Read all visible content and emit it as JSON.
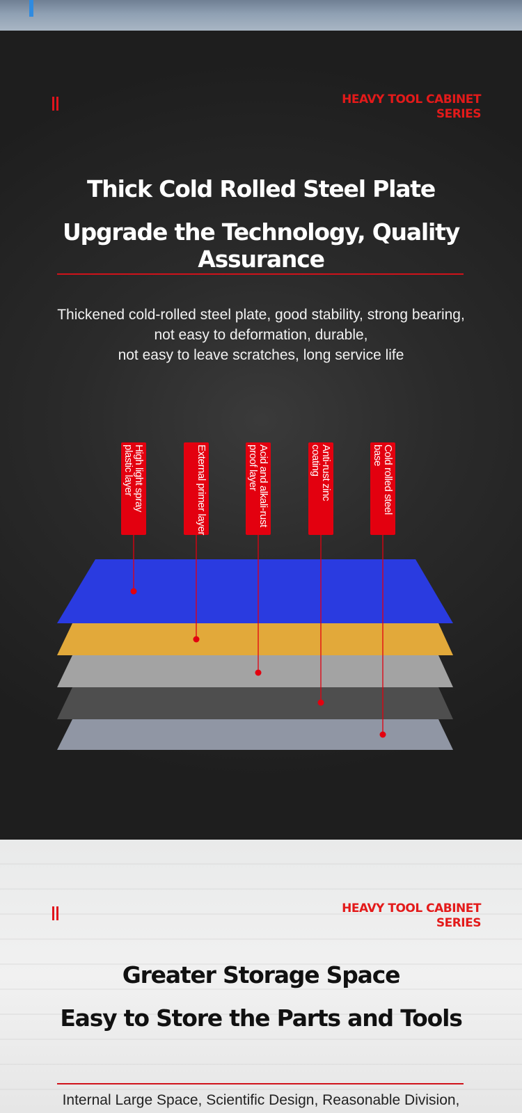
{
  "section1": {
    "series_label": "HEAVY TOOL CABINET\nSERIES",
    "headline_1": "Thick Cold Rolled Steel Plate",
    "headline_2": "Upgrade the Technology, Quality Assurance",
    "description": [
      "Thickened cold-rolled steel plate, good stability, strong bearing,",
      "not easy to deformation, durable,",
      "not easy to leave scratches, long service life"
    ],
    "layers": [
      {
        "label": "High light spray plastic layer",
        "color": "#2a3be0"
      },
      {
        "label": "External primer layer",
        "color": "#e2a93a"
      },
      {
        "label": "Acid and alkali-rust proof layer",
        "color": "#a3a3a3"
      },
      {
        "label": "Anti-rust zinc coating",
        "color": "#4e4e4e"
      },
      {
        "label": "Cold rolled steel base",
        "color": "#9096a4"
      }
    ],
    "accent_color": "#e3000f"
  },
  "section2": {
    "series_label": "HEAVY TOOL CABINET\nSERIES",
    "headline_1": "Greater Storage Space",
    "headline_2": "Easy to Store the Parts and Tools",
    "description": [
      "Internal Large Space, Scientific Design, Reasonable Division,"
    ]
  }
}
